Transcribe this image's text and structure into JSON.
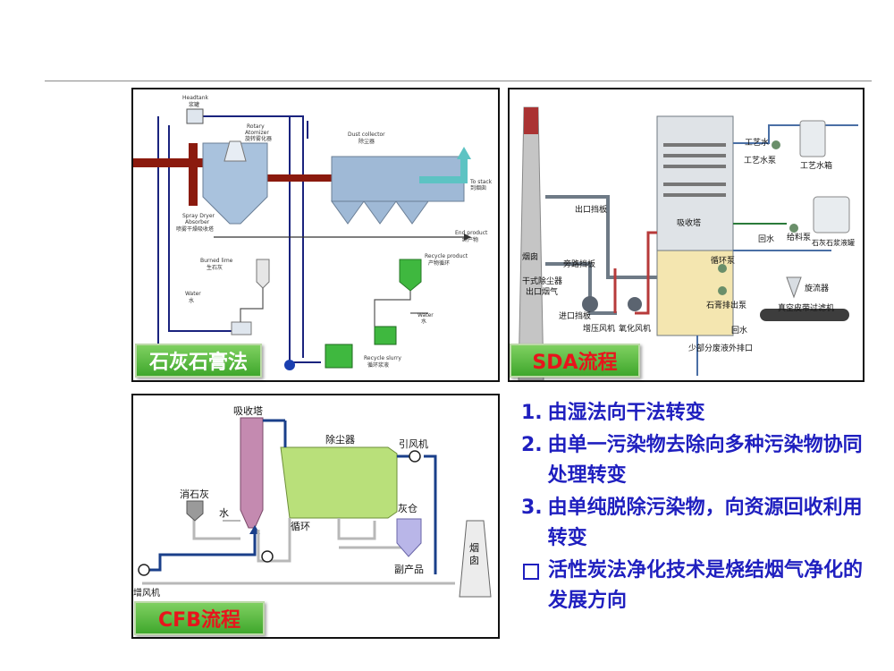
{
  "panel_tl": {
    "label": "石灰石膏法",
    "texts": {
      "headtank": "Headtank",
      "headtank_cn": "浆罐",
      "rotary": "Rotary",
      "atomizer": "Atomizer",
      "atomizer_cn": "旋转雾化器",
      "dust_collector": "Dust collector",
      "dust_collector_cn": "除尘器",
      "to_stack": "To stack",
      "to_stack_cn": "到烟囱",
      "spray_dryer": "Spray Dryer",
      "absorber": "Absorber",
      "absorber_cn": "喷雾干燥吸收塔",
      "end_product": "End product",
      "end_product_cn": "终产物",
      "burned_lime": "Burned lime",
      "burned_lime_cn": "生石灰",
      "recycle_product": "Recycle product",
      "recycle_product_cn": "产物循环",
      "water1": "Water",
      "water1_cn": "水",
      "water2": "Water",
      "water2_cn": "水",
      "recycle_slurry": "Recycle slurry",
      "recycle_slurry_cn": "循环浆液"
    }
  },
  "panel_tr": {
    "label": "SDA流程",
    "texts": {
      "gongyishui": "工艺水",
      "gongyishuibeng": "工艺水泵",
      "gongyishuixiang": "工艺水箱",
      "chukoudangban": "出口挡板",
      "xishouta": "吸收塔",
      "yancong": "烟囱",
      "pangludangban": "旁路挡板",
      "xunhuanbeng": "循环泵",
      "huishui": "回水",
      "geiliaobeng": "给料泵",
      "shihuishi": "石灰石浆液罐",
      "ganshi": "干式除尘器",
      "chukouyanqi": "出口烟气",
      "xuanliuqi": "旋流器",
      "jinkoudangban": "进口挡板",
      "shigaobeng": "石膏排出泵",
      "zhenkong": "真空皮带过滤机",
      "zengya": "增压风机",
      "yanghua": "氧化风机",
      "huishui2": "回水",
      "shaobufen": "少部分废液外排口"
    }
  },
  "panel_bl": {
    "label": "CFB流程",
    "texts": {
      "xishouta": "吸收塔",
      "chuchenqi": "除尘器",
      "yinfengji": "引风机",
      "xiaoshihui": "消石灰",
      "shui": "水",
      "xunhuan": "循环",
      "huicang": "灰仓",
      "fuchanpin": "副产品",
      "yan": "烟",
      "tong": "囱",
      "fengji": "增风机"
    }
  },
  "bullets": [
    {
      "num": "1.",
      "text": "由湿法向干法转变"
    },
    {
      "num": "2.",
      "text": "由单一污染物去除向多种污染物协同处理转变"
    },
    {
      "num": "3.",
      "text": "由单纯脱除污染物，向资源回收利用转变"
    },
    {
      "num": "",
      "text": "活性炭法净化技术是烧结烟气净化的发展方向"
    }
  ],
  "colors": {
    "label_green": "#4cb536",
    "label_text_white": "#ffffff",
    "label_text_red": "#e8141c",
    "bullet_blue": "#1f1fbf",
    "flue_red": "#8b1a0e",
    "line_navy": "#1a237e"
  }
}
